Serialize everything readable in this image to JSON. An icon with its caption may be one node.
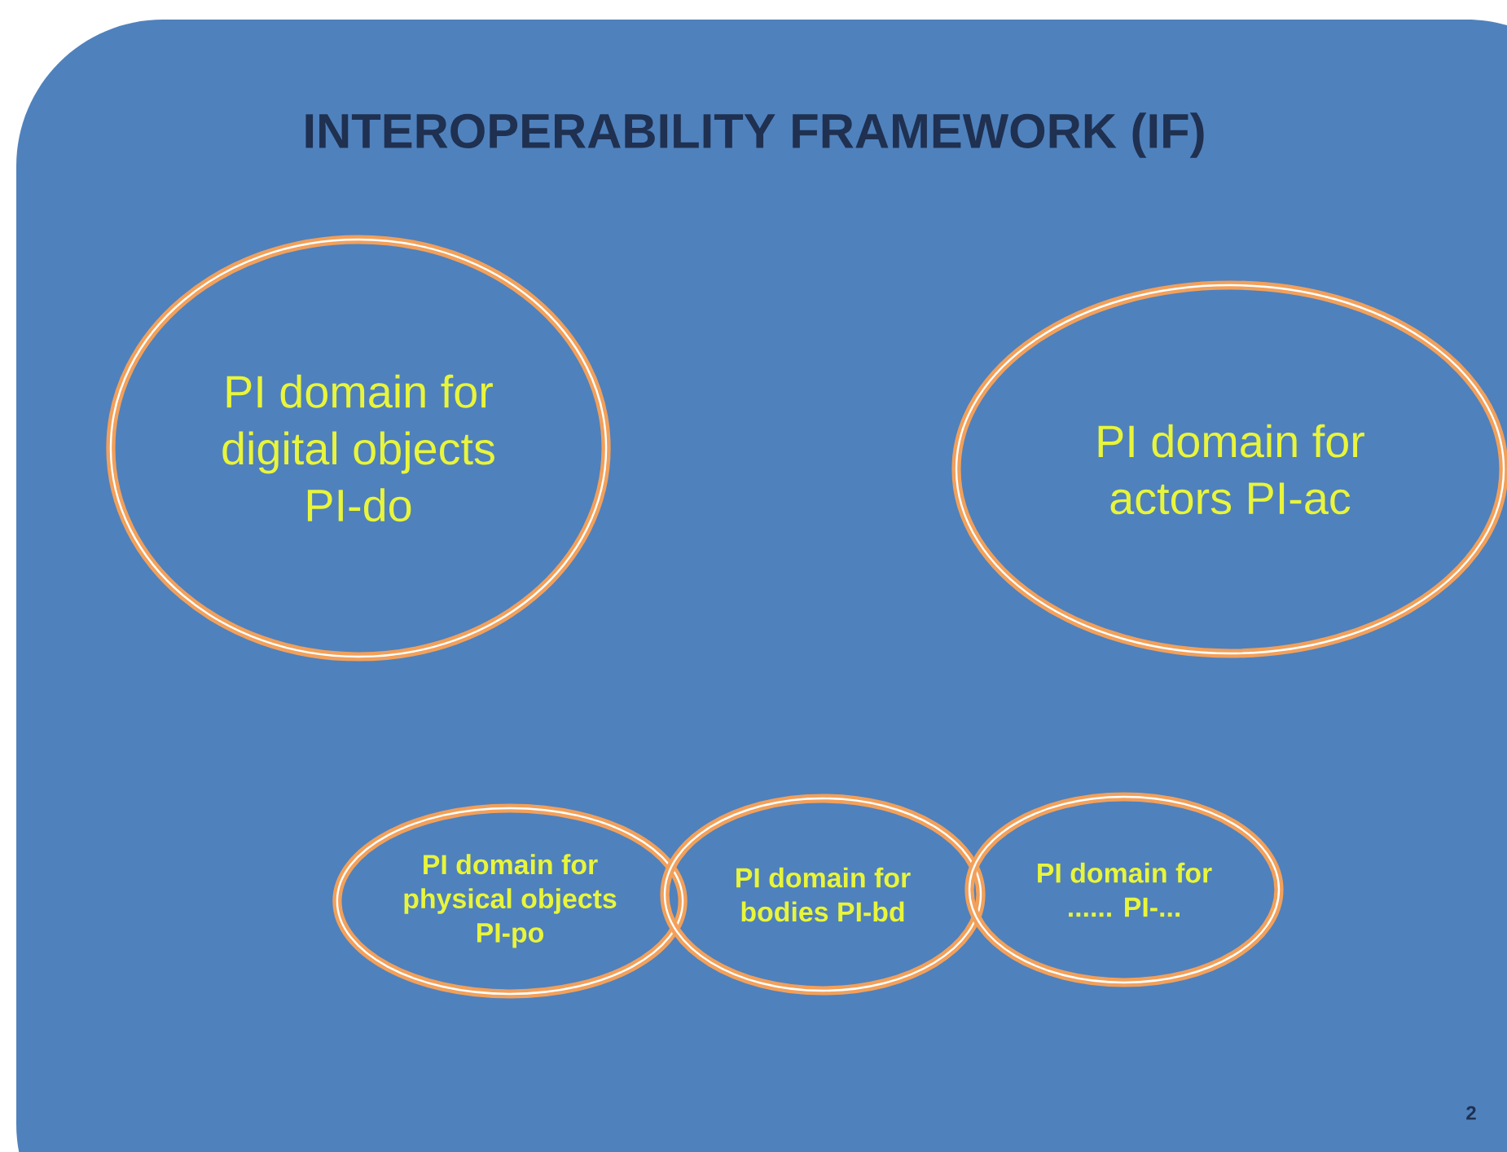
{
  "diagram": {
    "nodes": [
      {
        "text": [
          "INTEROPERABILITY FRAMEWORK (IF)"
        ]
      },
      {
        "text": [
          "PI domain for digital objects PI-do"
        ],
        "in": 0
      },
      {
        "text": [
          "PI domain for actors PI-ac"
        ],
        "in": 0
      },
      {
        "text": [
          "PI domain for physical objects PI-po"
        ],
        "in": 0
      },
      {
        "text": [
          "PI domain for bodies PI-bd"
        ],
        "in": 0
      },
      {
        "text": [
          "PI domain for ...... PI-..."
        ],
        "in": 0
      }
    ],
    "labels": [
      "2"
    ]
  }
}
